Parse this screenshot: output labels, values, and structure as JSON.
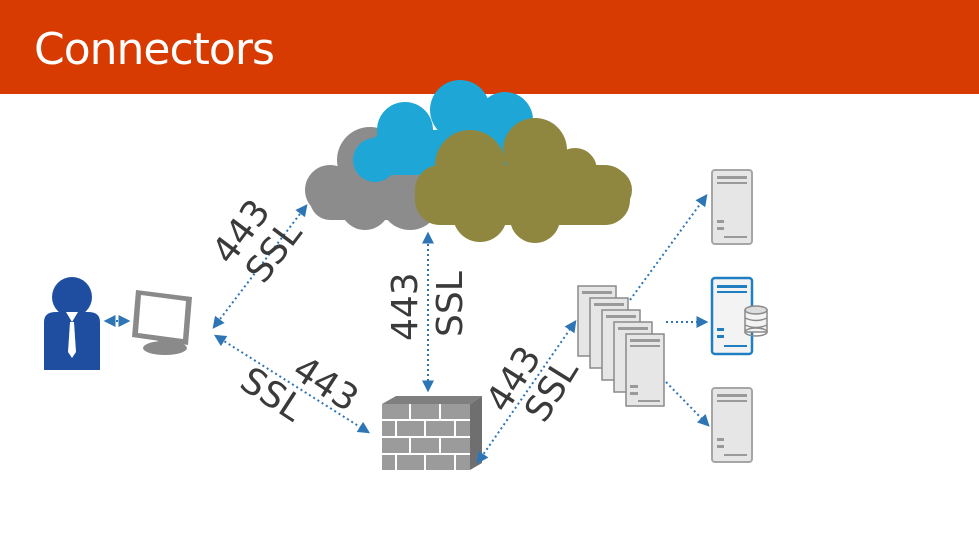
{
  "slide": {
    "title": "Connectors",
    "banner_color": "#d83b01"
  },
  "diagram": {
    "links": [
      {
        "port": "443",
        "protocol": "SSL"
      },
      {
        "port": "443",
        "protocol": "SSL"
      },
      {
        "port": "443",
        "protocol": "SSL"
      },
      {
        "port": "443",
        "protocol": "SSL"
      }
    ],
    "colors": {
      "arrow": "#2e75b6",
      "cloud_gray": "#8c8c8c",
      "cloud_blue": "#1ea6d6",
      "cloud_olive": "#8f8740",
      "user": "#1f4ea1",
      "firewall": "#9b9b9b",
      "server": "#b8b8b8"
    },
    "icons": [
      "user-icon",
      "monitor-icon",
      "cloud-icon",
      "firewall-icon",
      "server-cluster-icon",
      "server-icon",
      "database-server-icon"
    ]
  }
}
